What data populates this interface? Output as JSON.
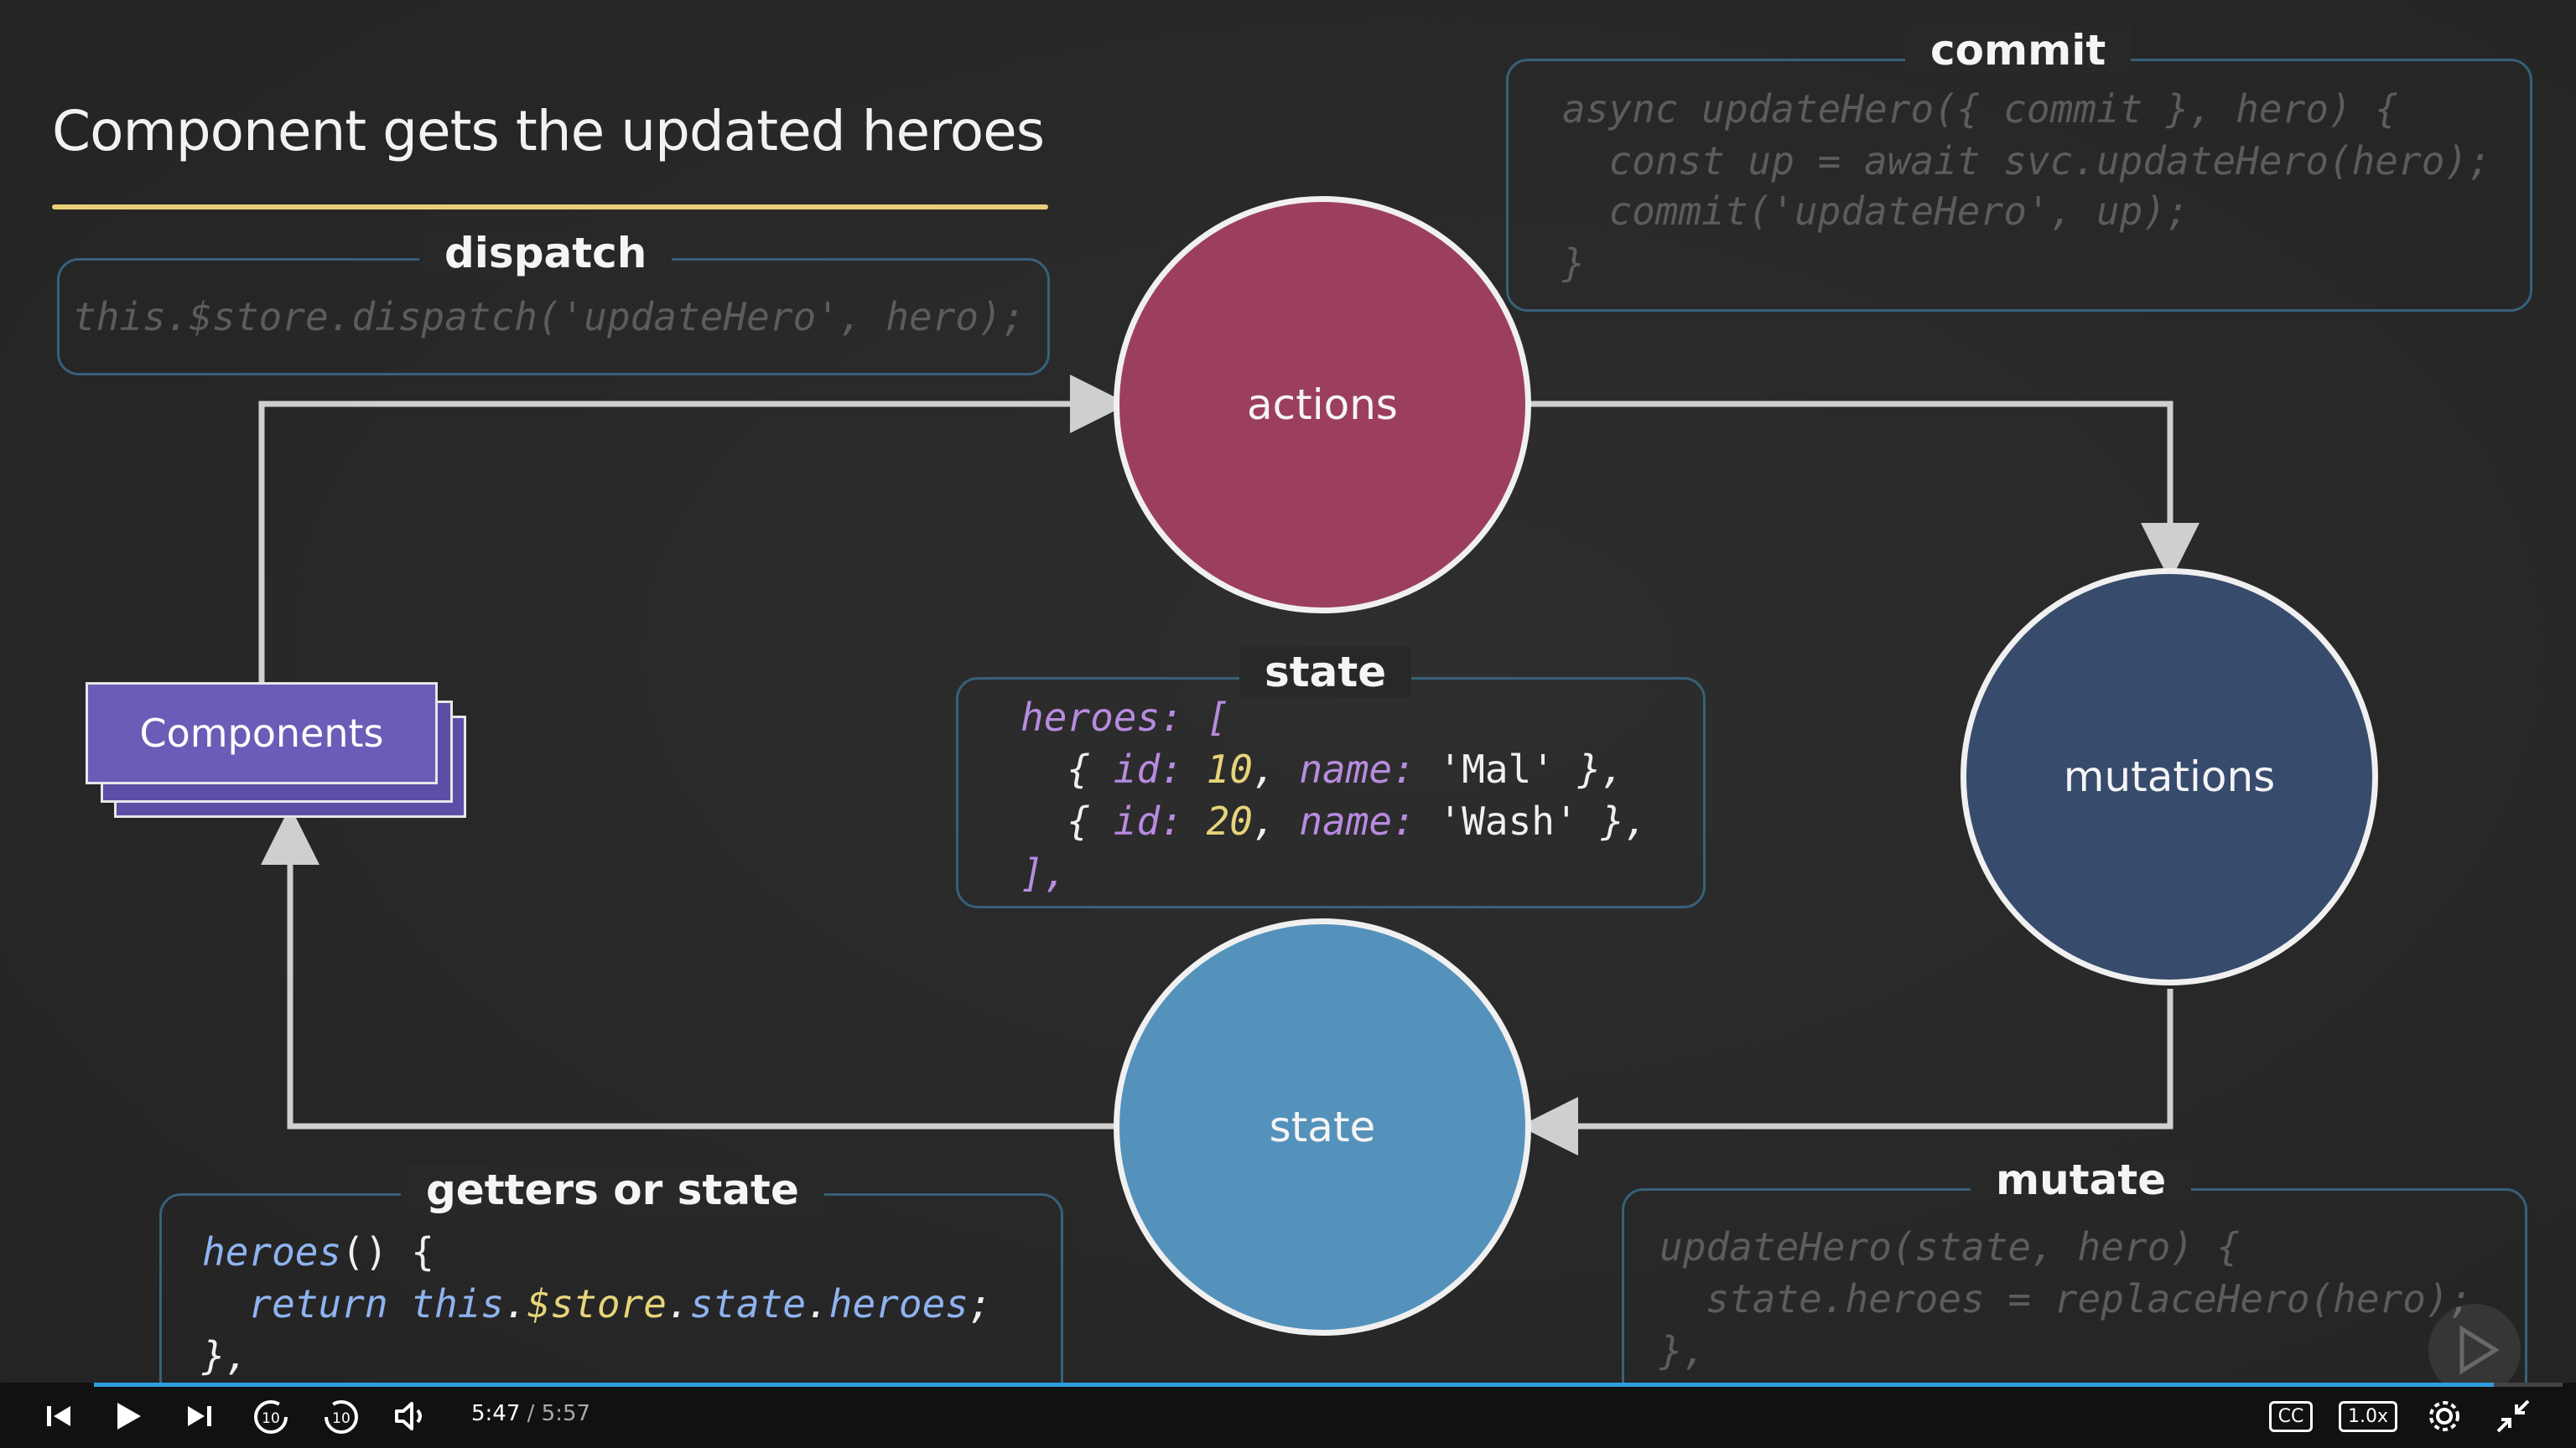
{
  "slide": {
    "title": "Component gets the updated heroes",
    "dispatch": {
      "label": "dispatch",
      "code": "this.$store.dispatch('updateHero', hero);"
    },
    "commit": {
      "label": "commit",
      "lines": [
        "async updateHero({ commit }, hero) {",
        "  const up = await svc.updateHero(hero);",
        "  commit('updateHero', up);",
        "}"
      ]
    },
    "state_box": {
      "label": "state"
    },
    "getters": {
      "label": "getters or state"
    },
    "mutate": {
      "label": "mutate",
      "lines": [
        "updateHero(state, hero) {",
        "  state.heroes = replaceHero(hero);",
        "},"
      ]
    },
    "circles": {
      "actions": "actions",
      "mutations": "mutations",
      "state": "state"
    },
    "components": "Components",
    "colors": {
      "actions": "#9c3f5d",
      "mutations": "#374b6d",
      "state": "#5492bc",
      "accent_rule": "#e8cf77",
      "box_border": "#37617a"
    }
  },
  "player": {
    "current_time": "5:47",
    "total_time": "/ 5:57",
    "progress_fraction": 0.972,
    "speed": "1.0x",
    "cc": "CC",
    "icons": [
      "previous-icon",
      "play-icon",
      "next-icon",
      "rewind-10-icon",
      "forward-10-icon",
      "volume-icon",
      "captions-icon",
      "speed-icon",
      "settings-icon",
      "exit-fullscreen-icon"
    ]
  }
}
